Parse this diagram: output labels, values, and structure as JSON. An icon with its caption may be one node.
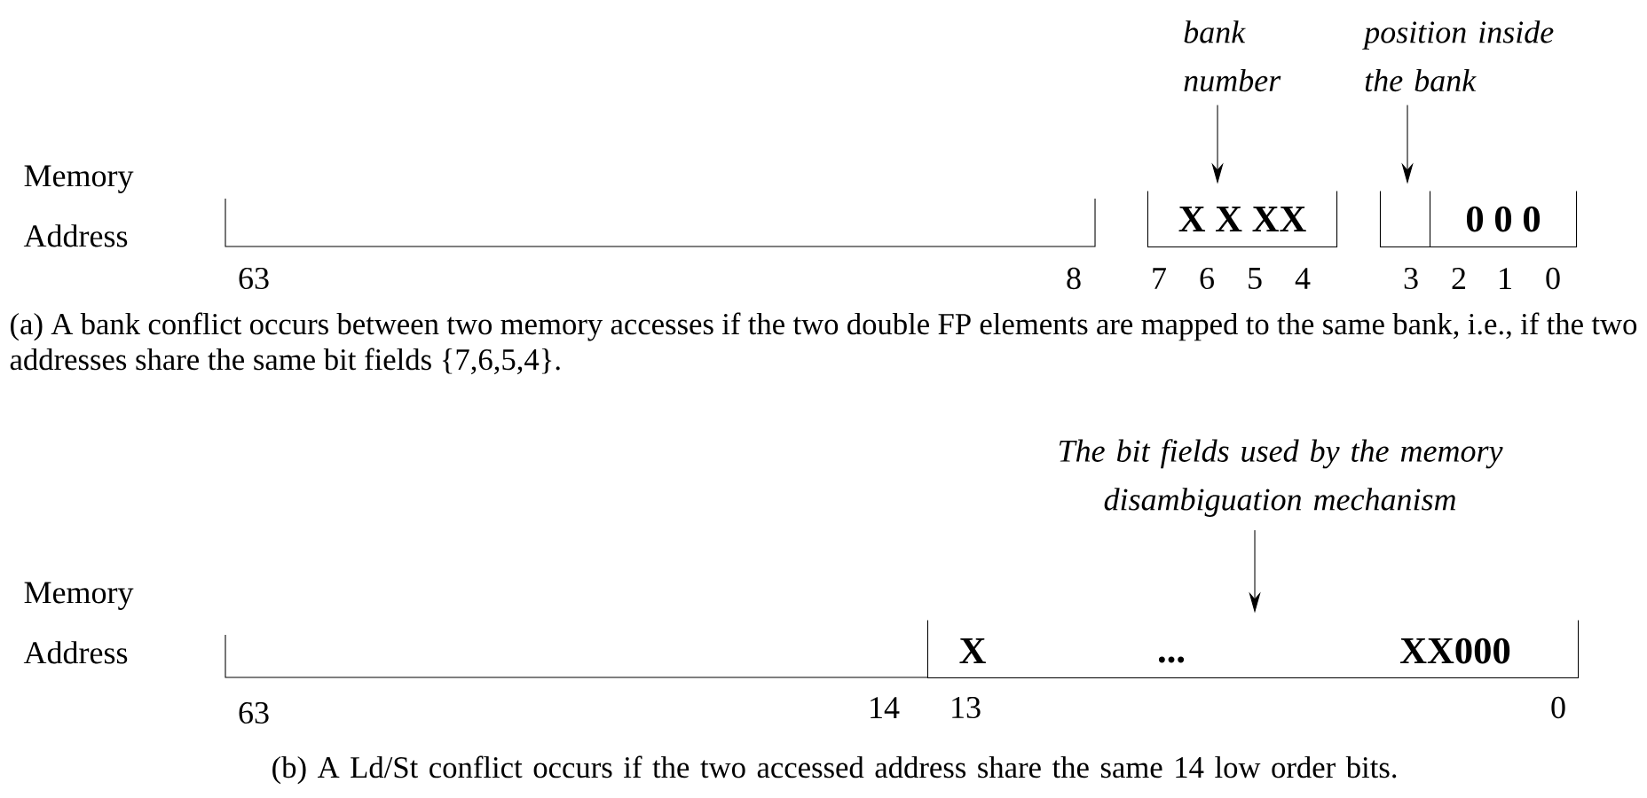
{
  "diagram": {
    "nodes": [
      {
        "text": [
          "bank number"
        ]
      },
      {
        "text": [
          "X X XX"
        ]
      },
      {
        "text": [
          "position inside the bank"
        ]
      },
      {
        "text": [],
        "shape": "box"
      },
      {
        "text": [
          "0 0 0"
        ]
      },
      {
        "text": [
          "The bit fields used by the memory disambiguation mechanism"
        ]
      },
      {
        "text": [
          "X",
          "...",
          "XX000"
        ]
      }
    ],
    "edges": [
      {
        "from": 0,
        "to": 1,
        "arrow": "to"
      },
      {
        "from": 2,
        "to": 3,
        "arrow": "to"
      },
      {
        "from": 5,
        "to": 6,
        "arrow": "to"
      }
    ],
    "labels": [
      "Memory Address",
      "63",
      "8",
      "7",
      "6",
      "5",
      "4",
      "3",
      "2",
      "1",
      "0",
      "(a) A bank conflict occurs between two memory accesses if the two double FP elements are mapped to the same bank, i.e., if the two addresses share the same bit fields {7,6,5,4}.",
      "Memory Address",
      "63",
      "14",
      "13",
      "0",
      "(b) A Ld/St conflict occurs if the two accessed address share the same 14 low order bits."
    ]
  }
}
